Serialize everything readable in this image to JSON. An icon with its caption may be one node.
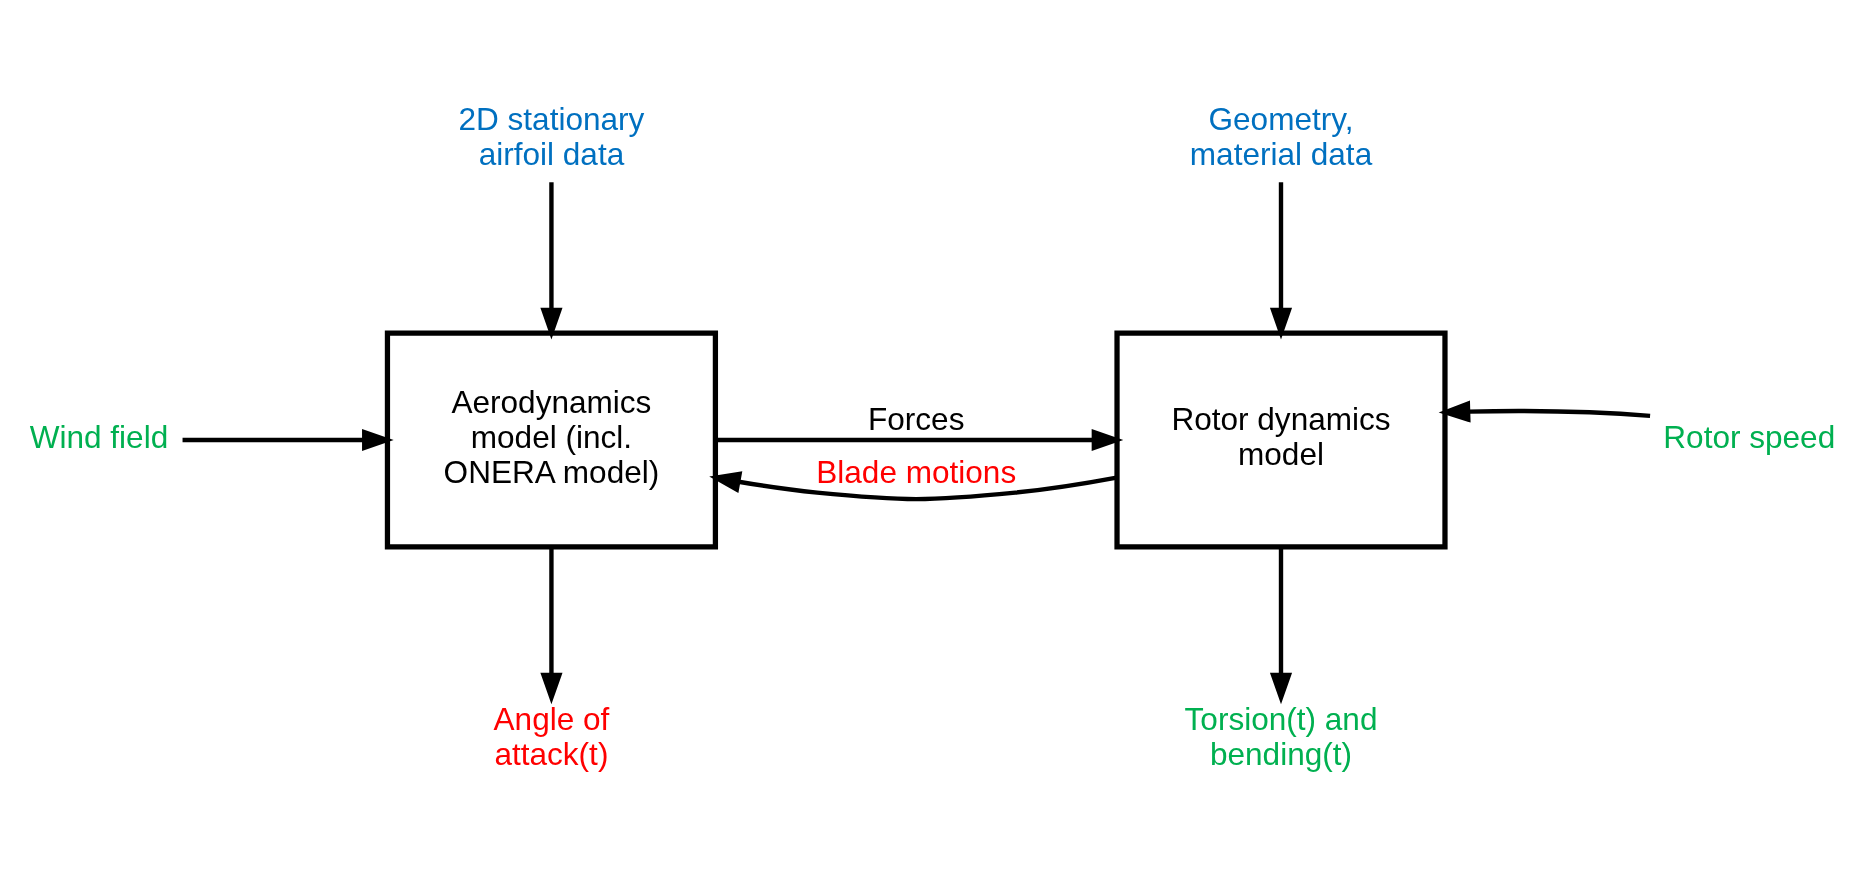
{
  "diagram": {
    "nodes": [
      {
        "text": [
          "Aerodynamics model (incl. ONERA model)"
        ]
      },
      {
        "text": [
          "Rotor dynamics model"
        ]
      },
      {
        "text": [
          "2D stationary airfoil data"
        ]
      },
      {
        "text": [
          "Geometry, material data"
        ]
      },
      {
        "text": [
          "Wind field"
        ]
      },
      {
        "text": [
          "Rotor speed"
        ]
      },
      {
        "text": [
          "Angle of attack(t)"
        ]
      },
      {
        "text": [
          "Torsion(t) and bending(t)"
        ]
      }
    ],
    "edges": [
      {
        "from": 2,
        "to": 0,
        "arrow": "to"
      },
      {
        "from": 3,
        "to": 1,
        "arrow": "to"
      },
      {
        "from": 4,
        "to": 0,
        "arrow": "to"
      },
      {
        "from": 0,
        "to": 1,
        "arrow": "to",
        "label": "Forces"
      },
      {
        "from": 1,
        "to": 0,
        "arrow": "to",
        "label": "Blade motions"
      },
      {
        "from": 5,
        "to": 1,
        "arrow": "to"
      },
      {
        "from": 0,
        "to": 6,
        "arrow": "to"
      },
      {
        "from": 1,
        "to": 7,
        "arrow": "to"
      }
    ]
  }
}
